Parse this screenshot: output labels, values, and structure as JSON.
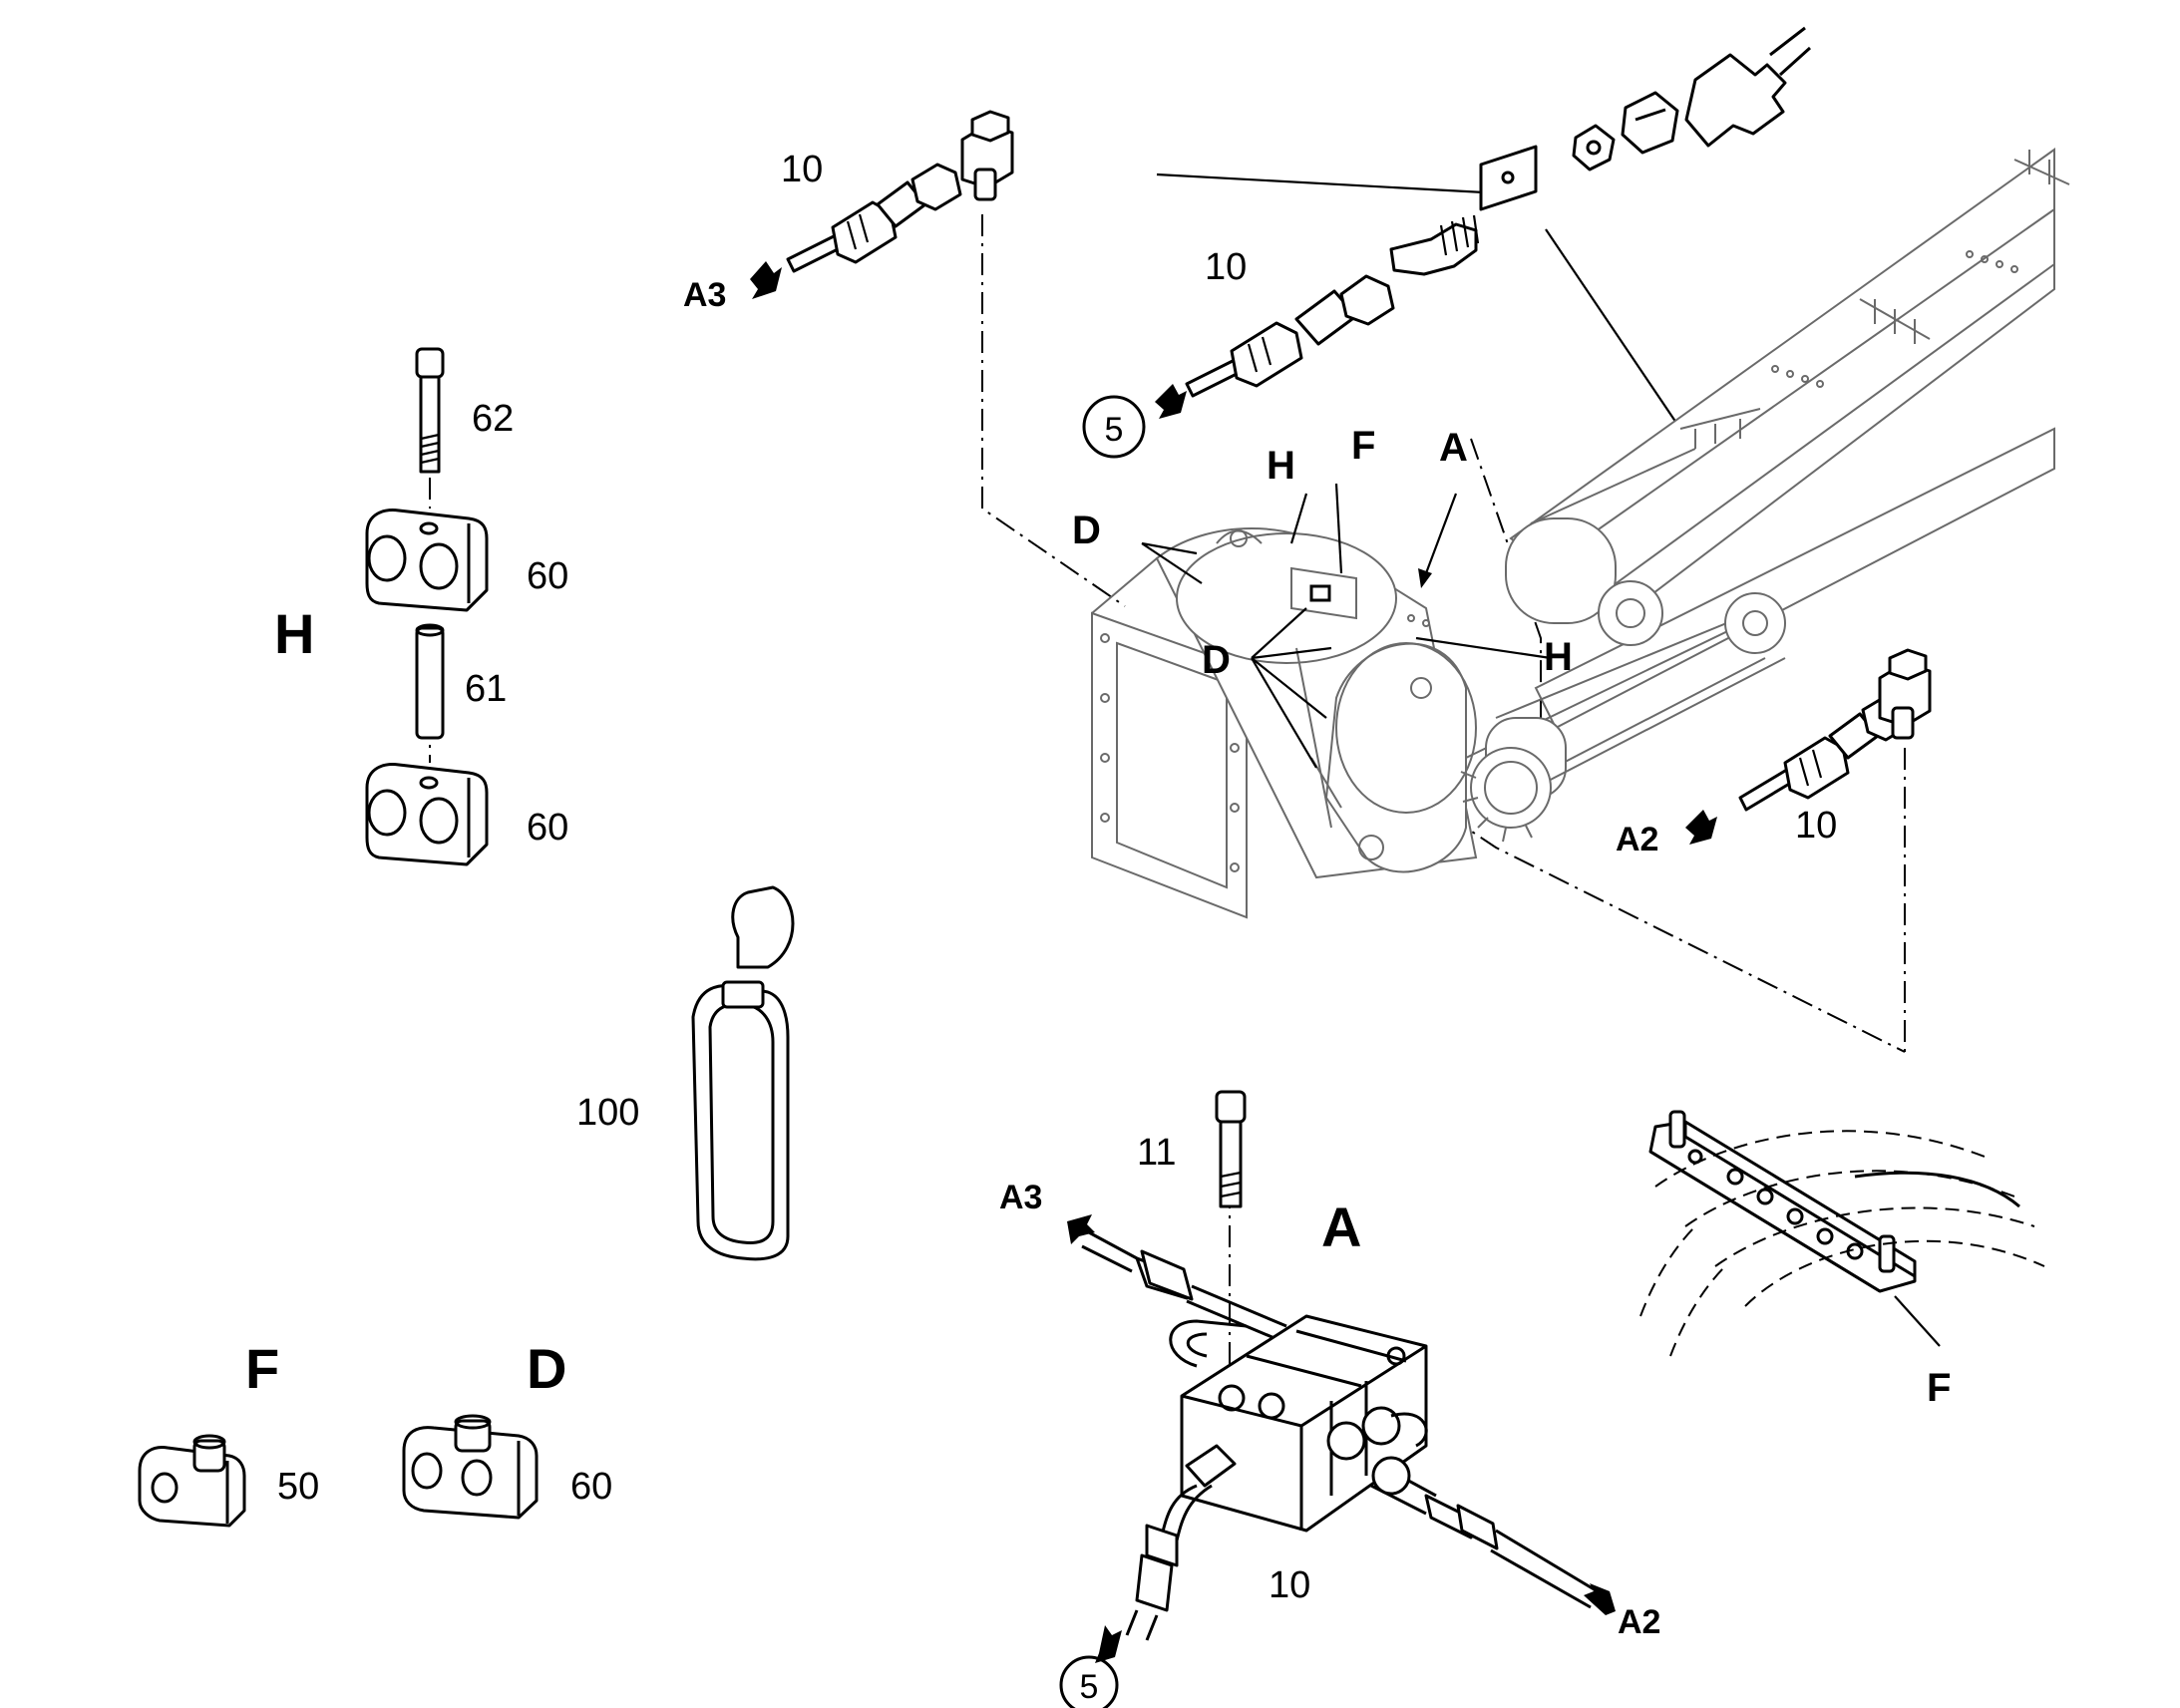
{
  "labels": {
    "fitting_top_left": "10",
    "a3_top": "A3",
    "fitting_top_center": "10",
    "circle5_top": "5",
    "bolt_62": "62",
    "clamp_60_top": "60",
    "group_h": "H",
    "spacer_61": "61",
    "clamp_60_bottom": "60",
    "callout_h_upper": "H",
    "callout_f_upper": "F",
    "callout_a_upper": "A",
    "callout_d_upper": "D",
    "callout_d_mid": "D",
    "callout_h_mid": "H",
    "a2_right": "A2",
    "fitting_right": "10",
    "part_100": "100",
    "bolt_11": "11",
    "a3_lower": "A3",
    "group_a": "A",
    "group_f": "F",
    "group_d": "D",
    "part_50": "50",
    "part_60_d": "60",
    "block_10": "10",
    "a2_lower": "A2",
    "circle5_bottom": "5",
    "callout_f_lower": "F"
  }
}
